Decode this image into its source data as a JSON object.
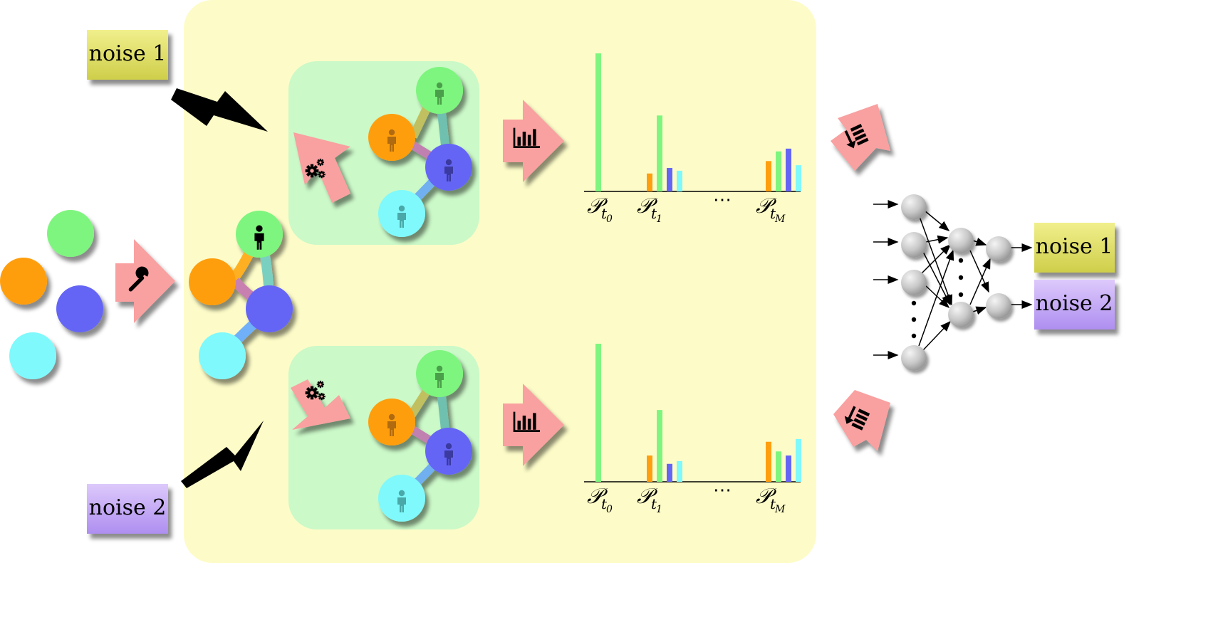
{
  "noise_labels": {
    "noise1": "noise 1",
    "noise2": "noise 2"
  },
  "colors": {
    "orange": "#ff9e0f",
    "green": "#7ef57e",
    "blue": "#6565f5",
    "cyan": "#7ff9fb",
    "panel_yellow": "#fdfcc8",
    "panel_green": "#cbf9c8",
    "arrow_pink": "#f9a0a0",
    "noise1_box": "#e0df6c",
    "noise2_box": "#c3a8f5"
  },
  "icons": {
    "tool_arrow": "wrench-icon",
    "process_arrow": "gears-icon",
    "measure_arrow": "bar-chart-icon",
    "classify_arrow": "sort-numeric-icon",
    "node": "person-icon",
    "channel": "lightning-icon"
  },
  "chart_data": [
    {
      "type": "bar",
      "categories": [
        "𝒫_t0",
        "𝒫_t1",
        "𝒫_tM"
      ],
      "category_base": [
        "𝒫",
        "𝒫",
        "𝒫"
      ],
      "category_sub": [
        "t0",
        "t1",
        "tM"
      ],
      "ellipsis": "⋯",
      "series": [
        {
          "color": "#ff9e0f",
          "values": [
            0,
            0.13,
            0.22
          ]
        },
        {
          "color": "#7ef57e",
          "values": [
            1.0,
            0.55,
            0.29
          ]
        },
        {
          "color": "#6565f5",
          "values": [
            0,
            0.17,
            0.31
          ]
        },
        {
          "color": "#7ff9fb",
          "values": [
            0,
            0.15,
            0.19
          ]
        }
      ]
    },
    {
      "type": "bar",
      "categories": [
        "𝒫_t0",
        "𝒫_t1",
        "𝒫_tM"
      ],
      "category_base": [
        "𝒫",
        "𝒫",
        "𝒫"
      ],
      "category_sub": [
        "t0",
        "t1",
        "tM"
      ],
      "ellipsis": "⋯",
      "series": [
        {
          "color": "#ff9e0f",
          "values": [
            0,
            0.19,
            0.29
          ]
        },
        {
          "color": "#7ef57e",
          "values": [
            1.0,
            0.52,
            0.22
          ]
        },
        {
          "color": "#6565f5",
          "values": [
            0,
            0.13,
            0.19
          ]
        },
        {
          "color": "#7ff9fb",
          "values": [
            0,
            0.15,
            0.31
          ]
        }
      ]
    }
  ]
}
